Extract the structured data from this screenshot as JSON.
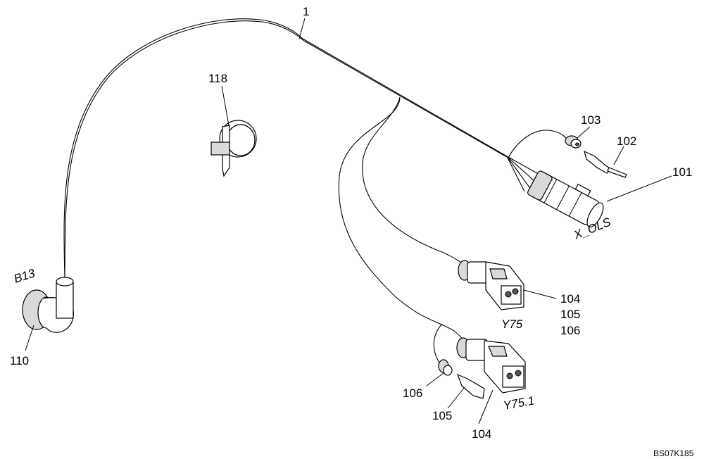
{
  "callouts": {
    "c1": "1",
    "c118": "118",
    "c103": "103",
    "c102": "102",
    "c101": "101",
    "c104a": "104",
    "c105a": "105",
    "c106a": "106",
    "c106b": "106",
    "c105b": "105",
    "c104b": "104",
    "c110": "110"
  },
  "connectors": {
    "x_ols": "X_OLS",
    "y75": "Y75",
    "y75_1": "Y75.1",
    "b13": "B13"
  },
  "drawing_id": "BS07K185",
  "colors": {
    "line": "#000000",
    "background": "#ffffff"
  }
}
